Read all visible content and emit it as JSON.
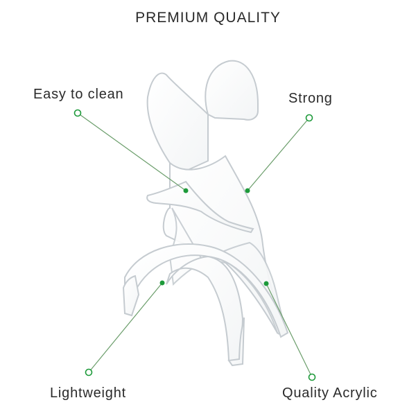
{
  "title": "PREMIUM QUALITY",
  "callouts": {
    "easy_to_clean": "Easy to clean",
    "strong": "Strong",
    "lightweight": "Lightweight",
    "quality_acrylic": "Quality Acrylic"
  },
  "colors": {
    "leader_line": "#6a9d6a",
    "marker_dot": "#1d9a3a",
    "acrylic_edge": "#c5cbd0"
  }
}
